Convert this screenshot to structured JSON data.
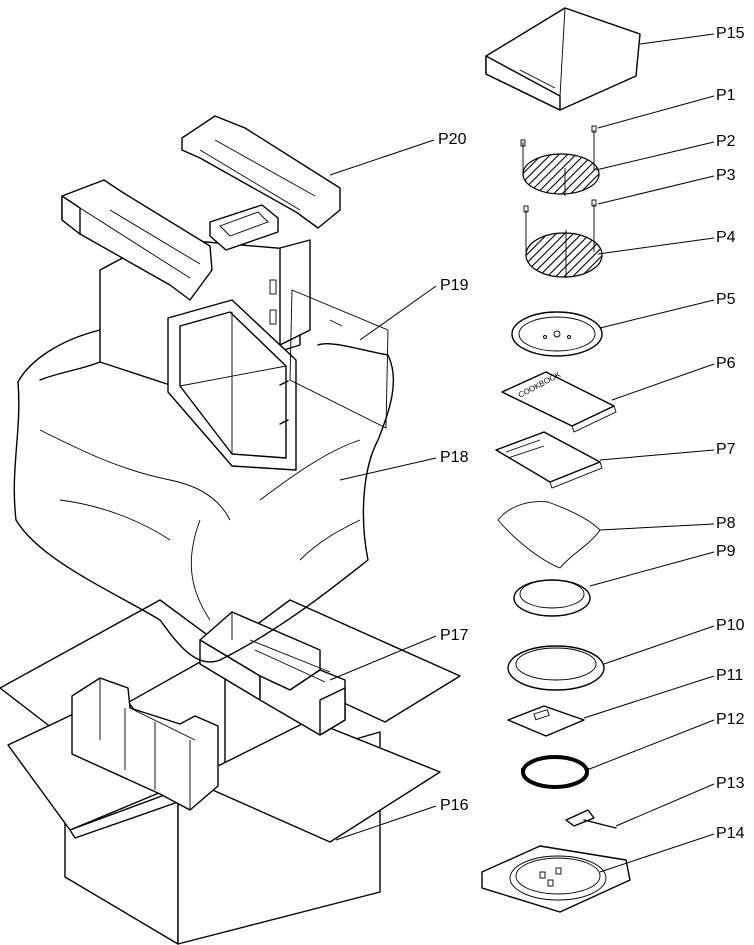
{
  "labels": {
    "p1": "P1",
    "p2": "P2",
    "p3": "P3",
    "p4": "P4",
    "p5": "P5",
    "p6": "P6",
    "p7": "P7",
    "p8": "P8",
    "p9": "P9",
    "p10": "P10",
    "p11": "P11",
    "p12": "P12",
    "p13": "P13",
    "p14": "P14",
    "p15": "P15",
    "p16": "P16",
    "p17": "P17",
    "p18": "P18",
    "p19": "P19",
    "p20": "P20"
  },
  "booklet": {
    "cookbook": "COOKBOOK"
  }
}
